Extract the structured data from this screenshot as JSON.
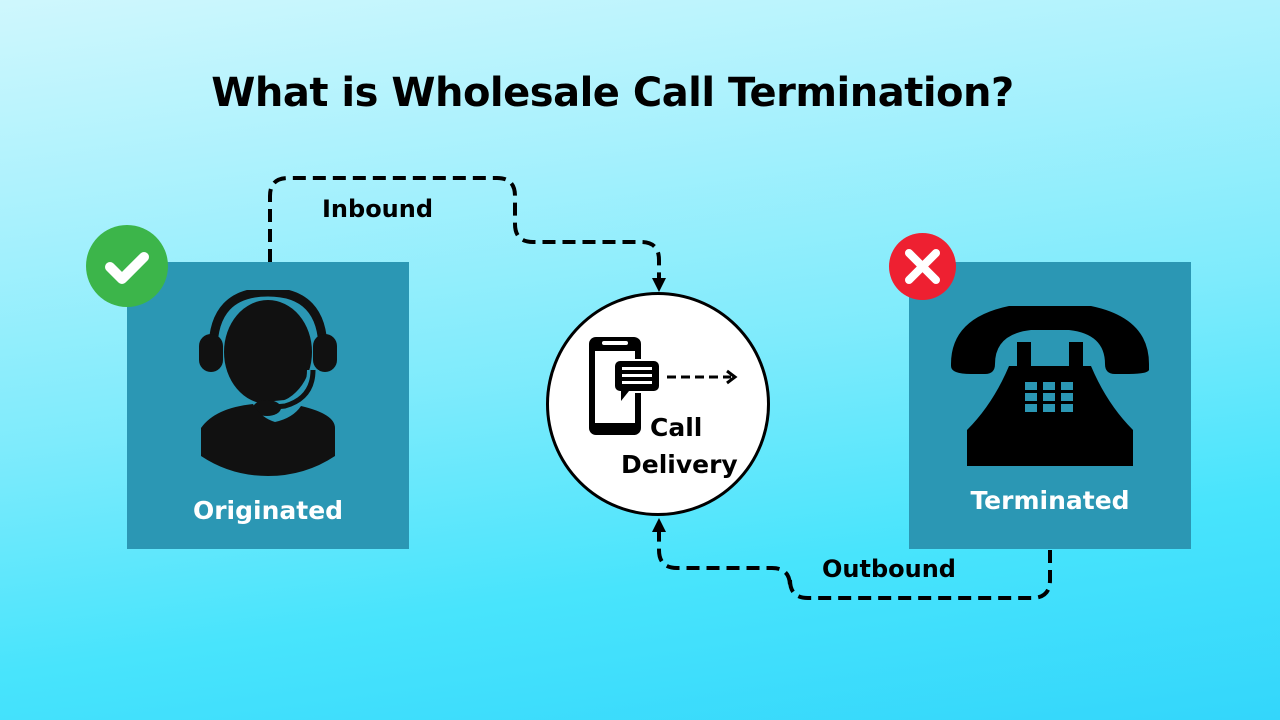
{
  "title": "What is Wholesale Call Termination?",
  "nodes": {
    "originated": {
      "label": "Originated",
      "icon": "headset-agent-icon",
      "badge": "check-icon",
      "badge_color": "#3cb54a"
    },
    "center": {
      "label_line1": "Call",
      "label_line2": "Delivery",
      "icon": "phone-message-icon"
    },
    "terminated": {
      "label": "Terminated",
      "icon": "rotary-telephone-icon",
      "badge": "cross-icon",
      "badge_color": "#ee2031"
    }
  },
  "flows": {
    "inbound": {
      "label": "Inbound",
      "from": "Originated",
      "to": "Call Delivery"
    },
    "outbound": {
      "label": "Outbound",
      "from": "Terminated",
      "to": "Call Delivery"
    }
  },
  "colors": {
    "box": "#2b97b4",
    "bg_top": "#cff7fd",
    "bg_bottom": "#33d6fb"
  }
}
